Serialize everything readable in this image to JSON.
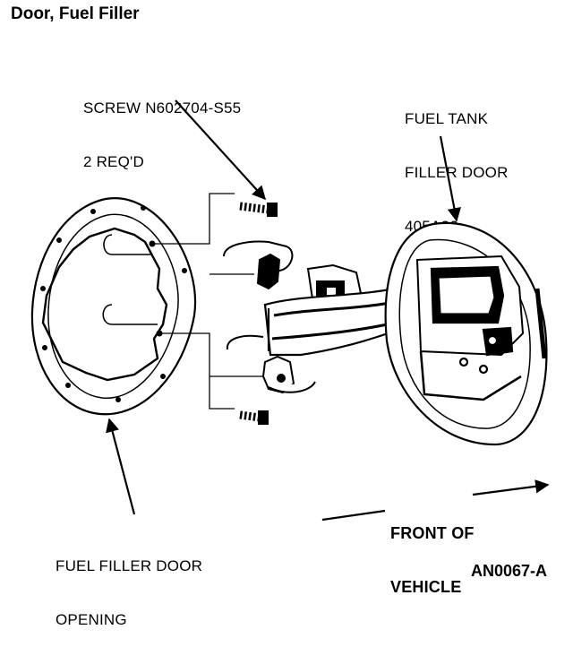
{
  "title": "Door, Fuel Filler",
  "callouts": {
    "screw_line1": "SCREW N602704-S55",
    "screw_line2": "2 REQ'D",
    "door_line1": "FUEL TANK",
    "door_line2": "FILLER DOOR",
    "door_line3": "405A26",
    "opening_line1": "FUEL FILLER DOOR",
    "opening_line2": "OPENING",
    "front_line1": "FRONT OF",
    "front_line2": "VEHICLE"
  },
  "figure_code": "AN0067-A"
}
